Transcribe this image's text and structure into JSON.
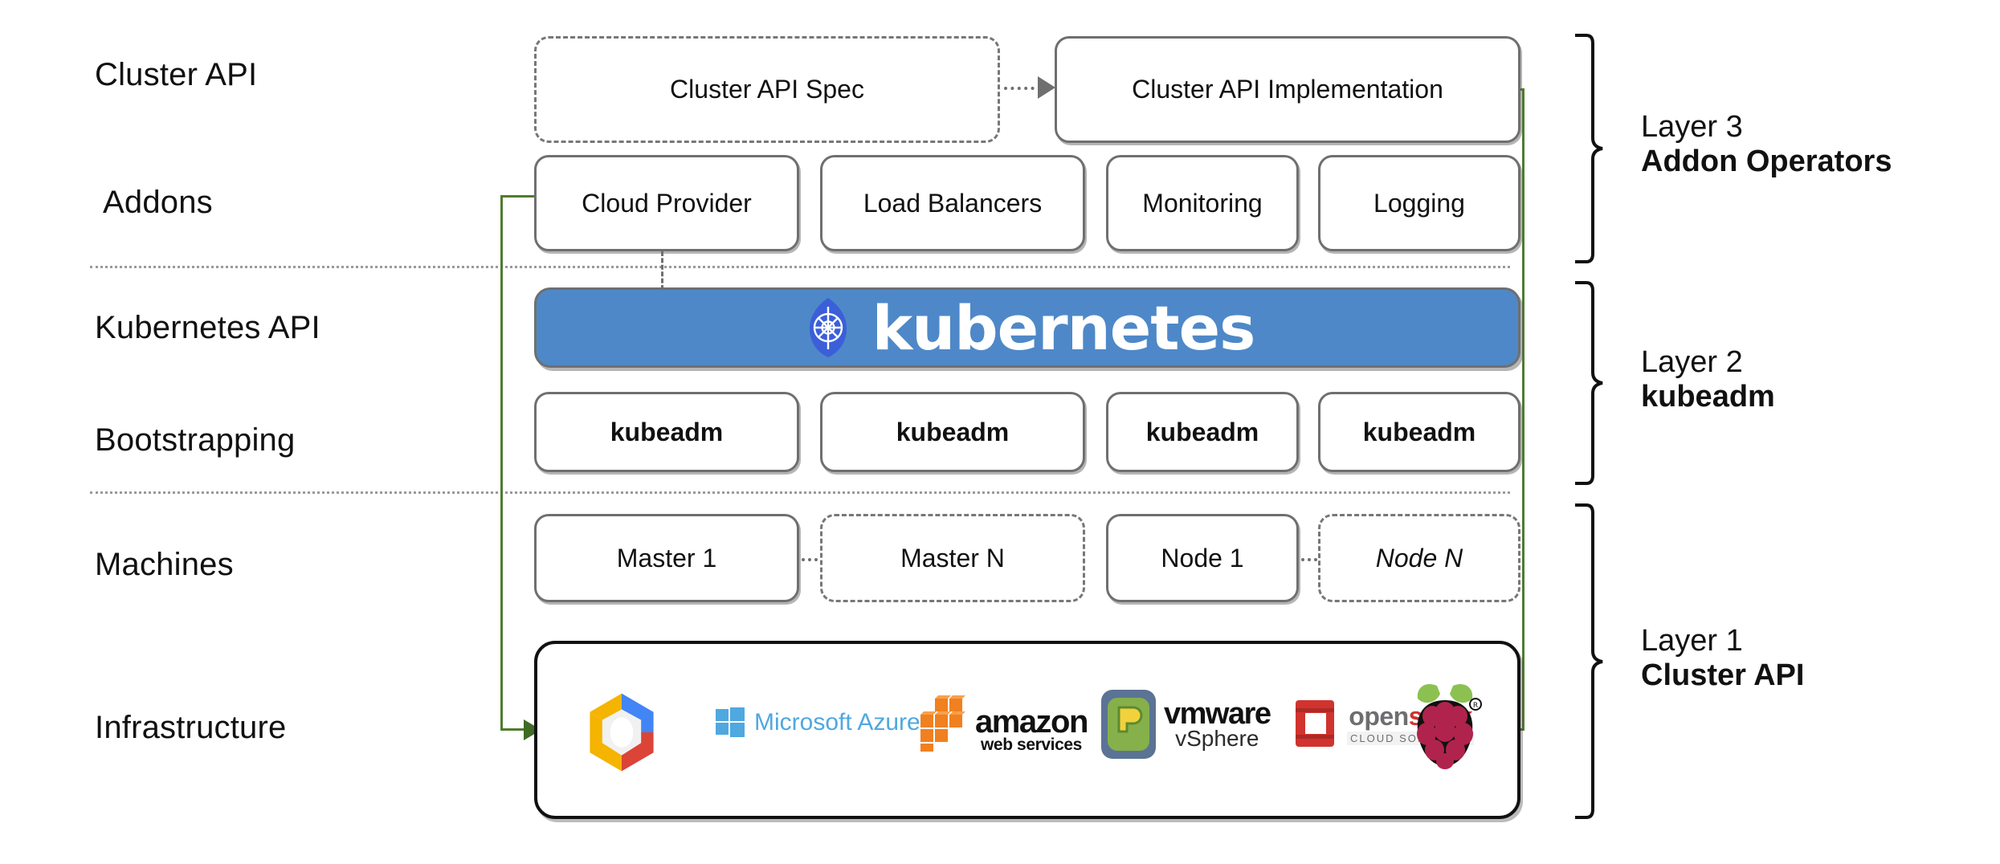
{
  "row_labels": [
    {
      "id": "cluster-api",
      "text": "Cluster API"
    },
    {
      "id": "addons",
      "text": "Addons"
    },
    {
      "id": "kubernetes-api",
      "text": "Kubernetes API"
    },
    {
      "id": "bootstrapping",
      "text": "Bootstrapping"
    },
    {
      "id": "machines",
      "text": "Machines"
    },
    {
      "id": "infrastructure",
      "text": "Infrastructure"
    }
  ],
  "cluster_api_row": {
    "spec_box": {
      "label": "Cluster API Spec",
      "style": "dashed"
    },
    "impl_box": {
      "label": "Cluster API Implementation",
      "style": "solid"
    },
    "connector": "dotted-arrow-right"
  },
  "addons_row": {
    "boxes": [
      {
        "label": "Cloud Provider"
      },
      {
        "label": "Load Balancers"
      },
      {
        "label": "Monitoring"
      },
      {
        "label": "Logging"
      }
    ]
  },
  "kubernetes_banner": {
    "wordmark": "kubernetes",
    "logo": "kubernetes-helm-icon",
    "background": "#4e88c8",
    "text_color": "#ffffff"
  },
  "bootstrapping_row": {
    "boxes": [
      {
        "label": "kubeadm"
      },
      {
        "label": "kubeadm"
      },
      {
        "label": "kubeadm"
      },
      {
        "label": "kubeadm"
      }
    ]
  },
  "machines_row": {
    "boxes": [
      {
        "label": "Master 1",
        "style": "solid"
      },
      {
        "label": "Master N",
        "style": "dashed"
      },
      {
        "label": "Node 1",
        "style": "solid"
      },
      {
        "label": "Node N",
        "style": "dashed",
        "italic_suffix": true
      }
    ]
  },
  "infrastructure_row": {
    "providers": [
      {
        "name": "Google Cloud Platform",
        "icon": "gcp-hexagon-icon",
        "text": ""
      },
      {
        "name": "Microsoft Azure",
        "icon": "azure-windows-icon",
        "text": "Microsoft Azure"
      },
      {
        "name": "Amazon Web Services",
        "icon": "aws-boxes-icon",
        "text_primary": "amazon",
        "text_secondary": "web services"
      },
      {
        "name": "VMware vSphere",
        "icon": "vmware-icon",
        "text_primary": "vmware",
        "text_secondary": "vSphere"
      },
      {
        "name": "OpenStack",
        "icon": "openstack-icon",
        "text_primary_a": "open",
        "text_primary_b": "stack",
        "text_secondary": "CLOUD SOFTWARE"
      },
      {
        "name": "Raspberry Pi",
        "icon": "raspberry-pi-icon",
        "text": ""
      }
    ]
  },
  "layers": [
    {
      "number": "Layer 3",
      "name": "Addon Operators"
    },
    {
      "number": "Layer 2",
      "name": "kubeadm"
    },
    {
      "number": "Layer 1",
      "name": "Cluster API"
    }
  ],
  "colors": {
    "kubernetes_blue": "#4e88c8",
    "connector_green": "#4f7b2f",
    "box_border": "#6f6f6f",
    "separator": "#9a9a9a"
  }
}
